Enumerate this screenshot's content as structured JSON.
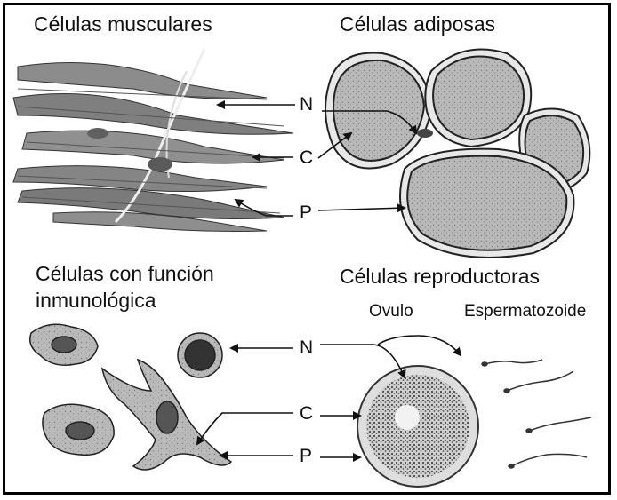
{
  "titles": {
    "muscle": "Células musculares",
    "fat": "Células adiposas",
    "immune_line1": "Células con función",
    "immune_line2": "inmunológica",
    "reproductive": "Células reproductoras"
  },
  "sublabels": {
    "ovum": "Ovulo",
    "sperm": "Espermatozoide"
  },
  "letters": {
    "top_n": "N",
    "top_c": "C",
    "top_p": "P",
    "bottom_n": "N",
    "bottom_c": "C",
    "bottom_p": "P"
  },
  "colors": {
    "cell_fill": "#b8b8b8",
    "cell_dark": "#6f6f6f",
    "outline": "#222222"
  }
}
